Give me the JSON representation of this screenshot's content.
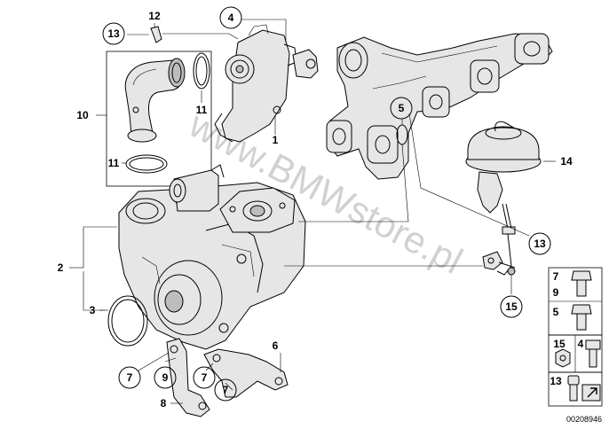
{
  "diagram": {
    "doc_number": "00208946",
    "watermark": "www.BMWstore.pl",
    "callouts": {
      "c1": "1",
      "c2": "2",
      "c3": "3",
      "c4": "4",
      "c5": "5",
      "c6": "6",
      "c7a": "7",
      "c7b": "7",
      "c7c": "7",
      "c8": "8",
      "c9": "9",
      "c10": "10",
      "c11a": "11",
      "c11b": "11",
      "c12": "12",
      "c13a": "13",
      "c13b": "13",
      "c14": "14",
      "c15": "15"
    },
    "legend": {
      "r1a": "7",
      "r1b": "9",
      "r2": "5",
      "r3": "15",
      "r4": "4",
      "r5": "13"
    }
  }
}
